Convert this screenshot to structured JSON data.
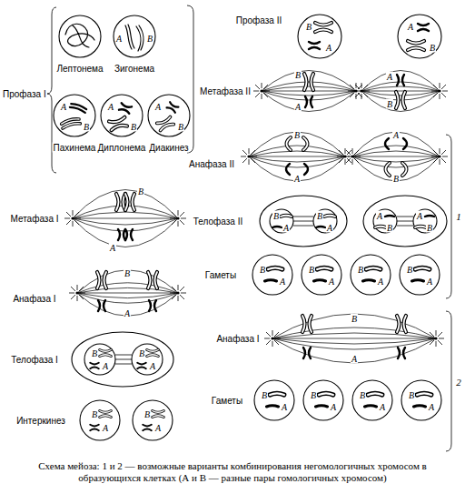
{
  "diagram": {
    "caption": "Схема мейоза: 1 и 2 — возможные варианты комбинирования негомологичных хромосом в образующихся клетках (А и В — разные пары гомологичных хромосом)",
    "labels": [
      "Профаза I",
      "Лептонема",
      "Зигонема",
      "A",
      "B",
      "Пахинема",
      "A",
      "B",
      "Диплонема",
      "A",
      "B",
      "Диакинез",
      "A",
      "B",
      "Профаза II",
      "B",
      "A",
      "A",
      "B",
      "Метафаза II",
      "B",
      "A",
      "A",
      "B",
      "Анафаза II",
      "B",
      "A",
      "A",
      "B",
      "Телофаза II",
      "B",
      "A",
      "B",
      "A",
      "A",
      "B",
      "A",
      "B",
      "Гаметы",
      "B",
      "A",
      "B",
      "A",
      "B",
      "A",
      "B",
      "A",
      "1",
      "Метафаза I",
      "B",
      "A",
      "Анафаза I",
      "B",
      "A",
      "Телофаза I",
      "B",
      "A",
      "B",
      "A",
      "Интеркинез",
      "B",
      "A",
      "B",
      "A",
      "Анафаза I",
      "B",
      "A",
      "Гаметы",
      "B",
      "A",
      "B",
      "A",
      "B",
      "A",
      "B",
      "A",
      "2"
    ]
  }
}
